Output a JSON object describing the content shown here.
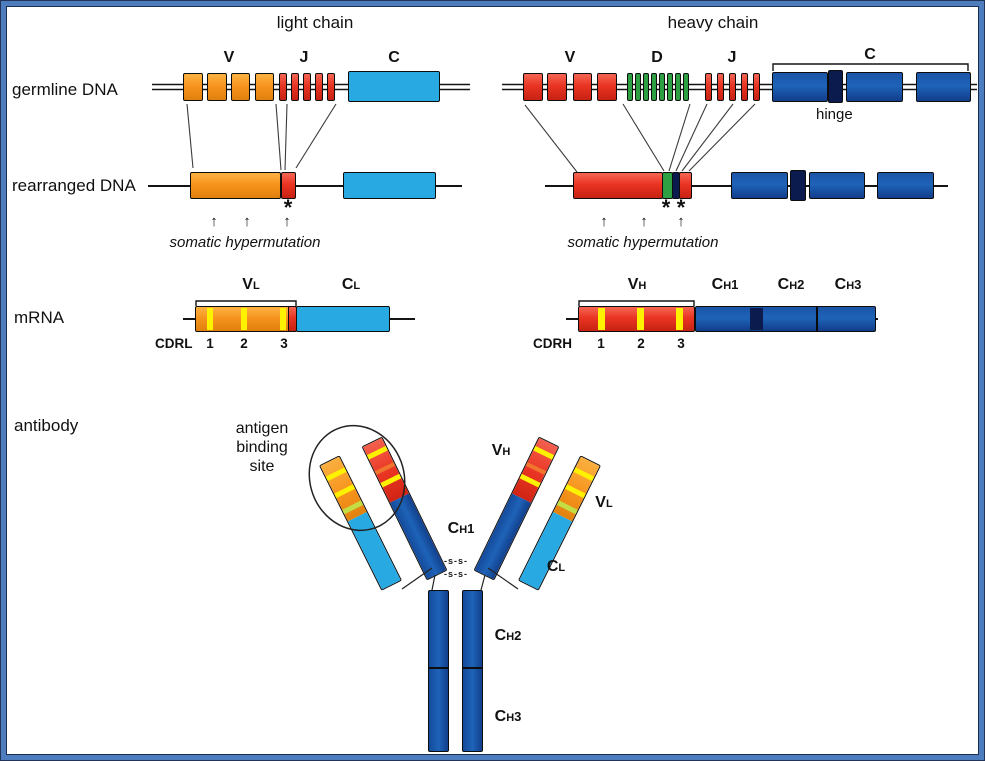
{
  "glyphs": {
    "asterisk": "*",
    "arrow_up": "↑"
  },
  "titles": {
    "light": "light chain",
    "heavy": "heavy chain"
  },
  "row_labels": {
    "germline": "germline DNA",
    "rearranged": "rearranged DNA",
    "mrna": "mRNA",
    "antibody": "antibody"
  },
  "light_chain": {
    "v": "V",
    "j": "J",
    "c": "C",
    "somatic": "somatic hypermutation",
    "mrna": {
      "v": {
        "main": "V",
        "sub": "L"
      },
      "c": {
        "main": "C",
        "sub": "L"
      },
      "cdr": "CDRL",
      "nums": [
        "1",
        "2",
        "3"
      ]
    }
  },
  "heavy_chain": {
    "v": "V",
    "d": "D",
    "j": "J",
    "c": "C",
    "hinge": "hinge",
    "somatic": "somatic hypermutation",
    "mrna": {
      "v": {
        "main": "V",
        "sub": "H"
      },
      "c1": {
        "main": "C",
        "sub": "H",
        "num": "1"
      },
      "c2": {
        "main": "C",
        "sub": "H",
        "num": "2"
      },
      "c3": {
        "main": "C",
        "sub": "H",
        "num": "3"
      },
      "cdr": "CDRH",
      "nums": [
        "1",
        "2",
        "3"
      ]
    }
  },
  "antibody": {
    "binding_site": [
      "antigen",
      "binding",
      "site"
    ],
    "vh": {
      "main": "V",
      "sub": "H"
    },
    "vl": {
      "main": "V",
      "sub": "L"
    },
    "ch1": {
      "main": "C",
      "sub": "H",
      "num": "1"
    },
    "cl": {
      "main": "C",
      "sub": "L"
    },
    "ch2": {
      "main": "C",
      "sub": "H",
      "num": "2"
    },
    "ch3": {
      "main": "C",
      "sub": "H",
      "num": "3"
    },
    "disulfide": "-s-s-"
  },
  "colors": {
    "orange": "#F7941E",
    "red": "#EA3423",
    "light_blue": "#29A9E1",
    "dark_blue": "#1E63B8",
    "navy": "#0B1B4D",
    "green": "#2EA044",
    "yellow": "#FFF200",
    "lime": "#C3DE45",
    "frame_blue": "#4E7DBD"
  }
}
